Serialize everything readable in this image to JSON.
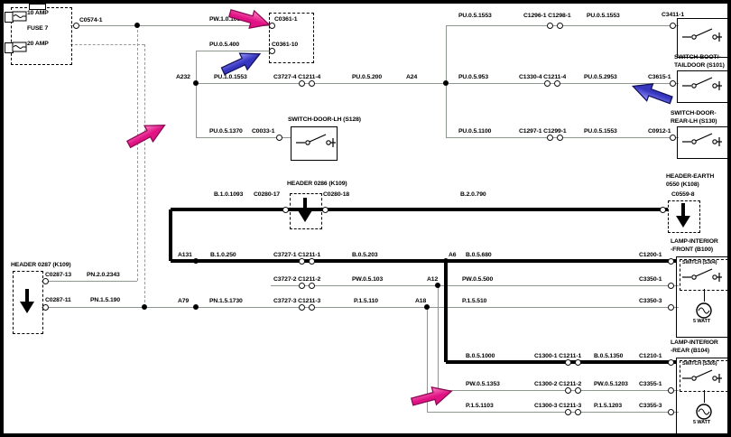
{
  "fusebox": {
    "fuse1_amp": "10 AMP",
    "fuse_name": "FUSE 7",
    "fuse2_amp": "20 AMP"
  },
  "components": {
    "switch_door_lh": {
      "title": "SWITCH-DOOR-LH (S128)"
    },
    "header_0286": {
      "title": "HEADER 0286 (K109)"
    },
    "header_0287": {
      "title": "HEADER 0287 (K109)"
    },
    "header_earth": {
      "t1": "HEADER-EARTH",
      "t2": "0550 (K108)"
    },
    "switch_taildoor": {
      "t1": "SWITCH-BOOT/-",
      "t2": "TAILDOOR (S101)"
    },
    "switch_door_rear": {
      "t1": "SWITCH-DOOR-",
      "t2": "REAR-LH (S130)"
    },
    "lamp_front": {
      "t1": "LAMP-INTERIOR",
      "t2": "-FRONT (B100)",
      "switch_label": "SWITCH (S304)",
      "watt": "5 WATT"
    },
    "lamp_rear": {
      "t1": "LAMP-INTERIOR",
      "t2": "-REAR (B104)",
      "switch_label": "SWITCH (S305)",
      "watt": "5 WATT"
    }
  },
  "splices": {
    "a232": "A232",
    "a24": "A24",
    "a131": "A131",
    "a6": "A6",
    "a12": "A12",
    "a79": "A79",
    "a18": "A18"
  },
  "wires": {
    "pw_1053": "PW.1.0.1053",
    "pu_400": "PU.0.5.400",
    "pu_1553_a": "PU.0.5.1553",
    "pu_1553_b": "PU.0.5.1553",
    "pu_1553_c": "PU.0.5.1553",
    "pu_1553_main": "PU.1.0.1553",
    "pu_200": "PU.0.5.200",
    "pu_953": "PU.0.5.953",
    "pu_2953": "PU.0.5.2953",
    "pu_1370": "PU.0.5.1370",
    "pu_1100": "PU.0.5.1100",
    "b_1093": "B.1.0.1093",
    "b_790": "B.2.0.790",
    "b_250": "B.1.0.250",
    "b_203": "B.0.5.203",
    "b_680": "B.0.5.680",
    "b_1000": "B.0.5.1000",
    "b_1350": "B.0.5.1350",
    "pw_103": "PW.0.5.103",
    "pw_500": "PW.0.5.500",
    "pw_1353": "PW.0.5.1353",
    "pw_1203": "PW.0.5.1203",
    "pn_2343": "PN.2.0.2343",
    "pn_190": "PN.1.5.190",
    "pn_1730": "PN.1.5.1730",
    "p_110": "P.1.5.110",
    "p_510": "P.1.5.510",
    "p_1103": "P.1.5.1103",
    "p_1203": "P.1.5.1203"
  },
  "connectors": {
    "c0574": "C0574-1",
    "c0361_1": "C0361-1",
    "c0361_10": "C0361-10",
    "c3727_4": "C3727-4 C1211-4",
    "c1330_4": "C1330-4 C1211-4",
    "c1296": "C1296-1 C1298-1",
    "c3411": "C3411-1",
    "c3615": "C3615-1",
    "c0033": "C0033-1",
    "c1297": "C1297-1 C1299-1",
    "c0912": "C0912-1",
    "c0280_17": "C0280-17",
    "c0280_18": "C0280-18",
    "c0559": "C0559-8",
    "c3727_1": "C3727-1 C1211-1",
    "c1200": "C1200-1",
    "c3727_2": "C3727-2 C1211-2",
    "c3350_1": "C3350-1",
    "c3727_3": "C3727-3 C1211-3",
    "c3350_3": "C3350-3",
    "c0287_13": "C0287-13",
    "c0287_11": "C0287-11",
    "c1300_1": "C1300-1 C1211-1",
    "c1210": "C1210-1",
    "c1300_2": "C1300-2 C1211-2",
    "c3355_1": "C3355-1",
    "c1300_3": "C1300-3 C1211-3",
    "c3355_3": "C3355-3"
  },
  "annotations": {
    "arrow_colors": {
      "pink": "#e01284",
      "blue": "#3535c0"
    },
    "arrows": [
      {
        "color": "pink"
      },
      {
        "color": "blue"
      },
      {
        "color": "pink"
      },
      {
        "color": "blue"
      },
      {
        "color": "pink"
      }
    ]
  },
  "colors": {
    "wire_thin": "#8f988f",
    "wire_thick": "#000000",
    "background": "#ffffff",
    "border": "#000000"
  }
}
